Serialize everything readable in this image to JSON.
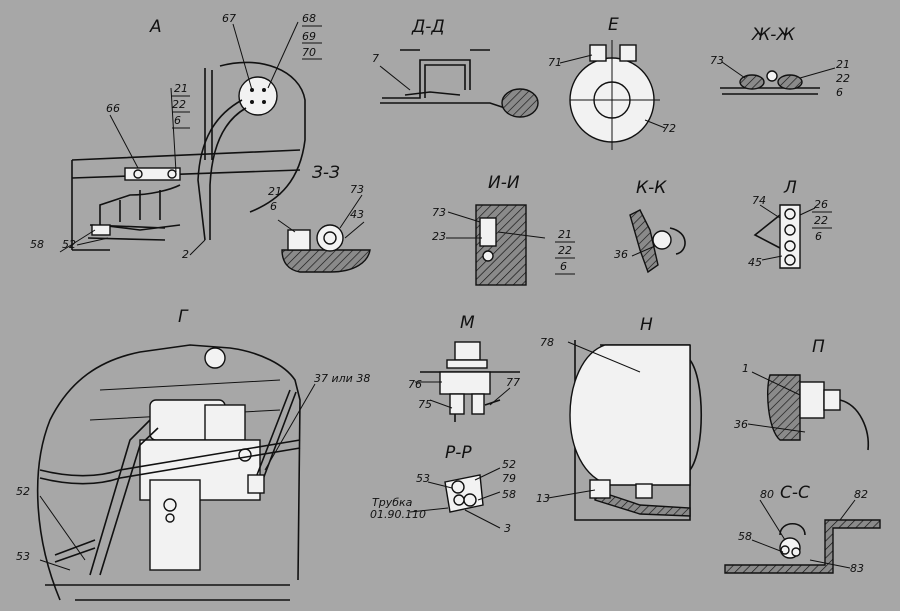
{
  "views": {
    "A": {
      "title": "А",
      "labels": [
        "67",
        "68",
        "69",
        "70",
        "21",
        "22",
        "6",
        "66",
        "58",
        "52",
        "2"
      ]
    },
    "DD": {
      "title": "Д-Д",
      "labels": [
        "7"
      ]
    },
    "E": {
      "title": "Е",
      "labels": [
        "71",
        "72"
      ]
    },
    "ZhZh": {
      "title": "Ж-Ж",
      "labels": [
        "73",
        "21",
        "22",
        "6"
      ]
    },
    "ZZ": {
      "title": "З-З",
      "labels": [
        "21",
        "6",
        "73",
        "43"
      ]
    },
    "II": {
      "title": "И-И",
      "labels": [
        "73",
        "23",
        "21",
        "22",
        "6"
      ]
    },
    "KK": {
      "title": "К-К",
      "labels": [
        "36"
      ]
    },
    "L": {
      "title": "Л",
      "labels": [
        "74",
        "26",
        "22",
        "6",
        "45"
      ]
    },
    "G": {
      "title": "Г",
      "labels": [
        "37 или 38",
        "52",
        "53"
      ]
    },
    "M": {
      "title": "М",
      "labels": [
        "76",
        "77",
        "75"
      ]
    },
    "RR": {
      "title": "Р-Р",
      "labels": [
        "53",
        "52",
        "79",
        "58",
        "3"
      ],
      "note": [
        "Трубка",
        "01.90.110"
      ]
    },
    "N": {
      "title": "Н",
      "labels": [
        "78",
        "13"
      ]
    },
    "P": {
      "title": "П",
      "labels": [
        "1",
        "36"
      ]
    },
    "SS": {
      "title": "С-С",
      "labels": [
        "80",
        "82",
        "58",
        "83"
      ]
    }
  }
}
